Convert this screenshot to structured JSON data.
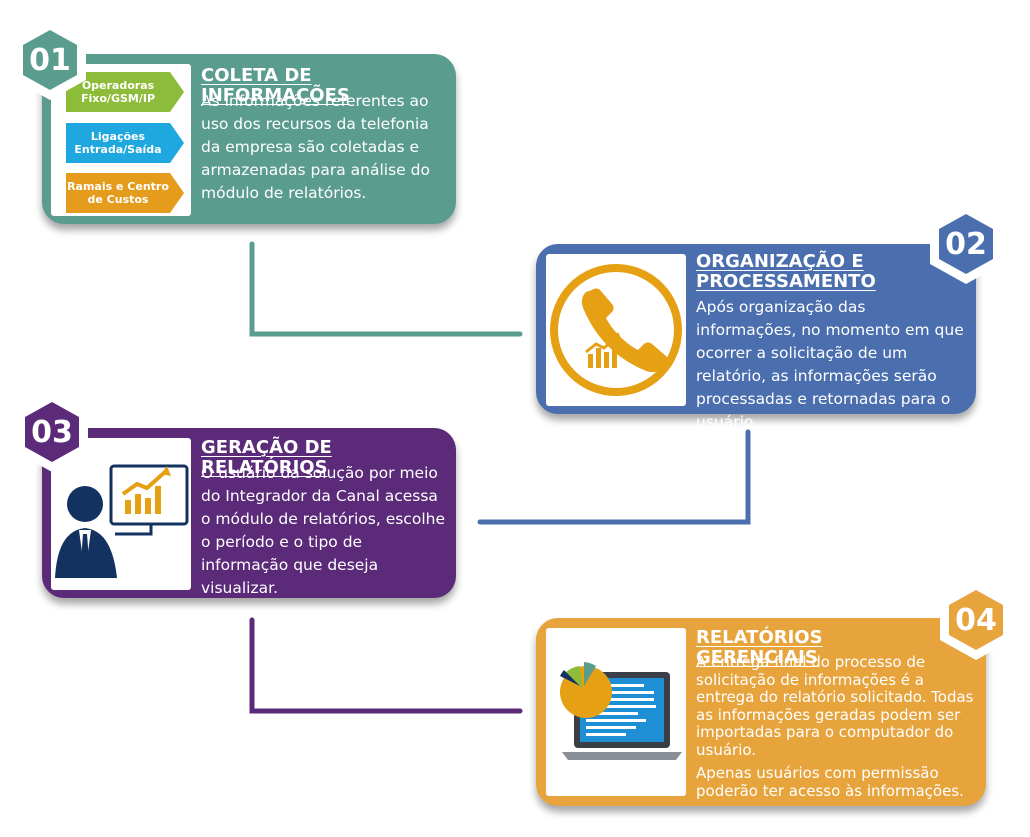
{
  "colors": {
    "step1": "#5A9C8E",
    "step2": "#4A6EAE",
    "step3": "#5B2A79",
    "step4": "#E7A43D",
    "arrow_green": "#8DBB3A",
    "arrow_blue": "#1FA7DF",
    "arrow_orange": "#E59B1B",
    "phone_orange": "#E5A013",
    "figure_navy": "#14325F"
  },
  "steps": [
    {
      "number": "01",
      "title": "COLETA DE INFORMAÇÕES",
      "body": "As informações referentes ao uso dos recursos da telefonia da empresa são coletadas e armazenadas para análise do módulo de relatórios.",
      "sources": [
        {
          "label": "Operadoras Fixo/GSM/IP",
          "icon": "arrow-right-icon"
        },
        {
          "label": "Ligações Entrada/Saída",
          "icon": "arrow-right-icon"
        },
        {
          "label": "Ramais e Centro de Custos",
          "icon": "arrow-right-icon"
        }
      ]
    },
    {
      "number": "02",
      "title": "ORGANIZAÇÃO E PROCESSAMENTO",
      "body": "Após organização das informações, no momento em que ocorrer a solicitação de um relatório, as informações serão processadas e retornadas para o usuário.",
      "icon": "phone-chart-icon"
    },
    {
      "number": "03",
      "title": "GERAÇÃO DE RELATÓRIOS",
      "body": "O usuário da solução por meio do Integrador da Canal acessa o módulo de relatórios, escolhe o período e o tipo de informação que deseja visualizar.",
      "icon": "user-dashboard-icon"
    },
    {
      "number": "04",
      "title": "RELATÓRIOS GERENCIAIS",
      "body": "A entrega final do processo de solicitação de informações é a entrega do relatório solicitado. Todas as informações geradas podem ser importadas para o computador do usuário.",
      "body_extra": "Apenas usuários com permissão poderão ter acesso às informações.",
      "icon": "laptop-pie-chart-icon"
    }
  ]
}
